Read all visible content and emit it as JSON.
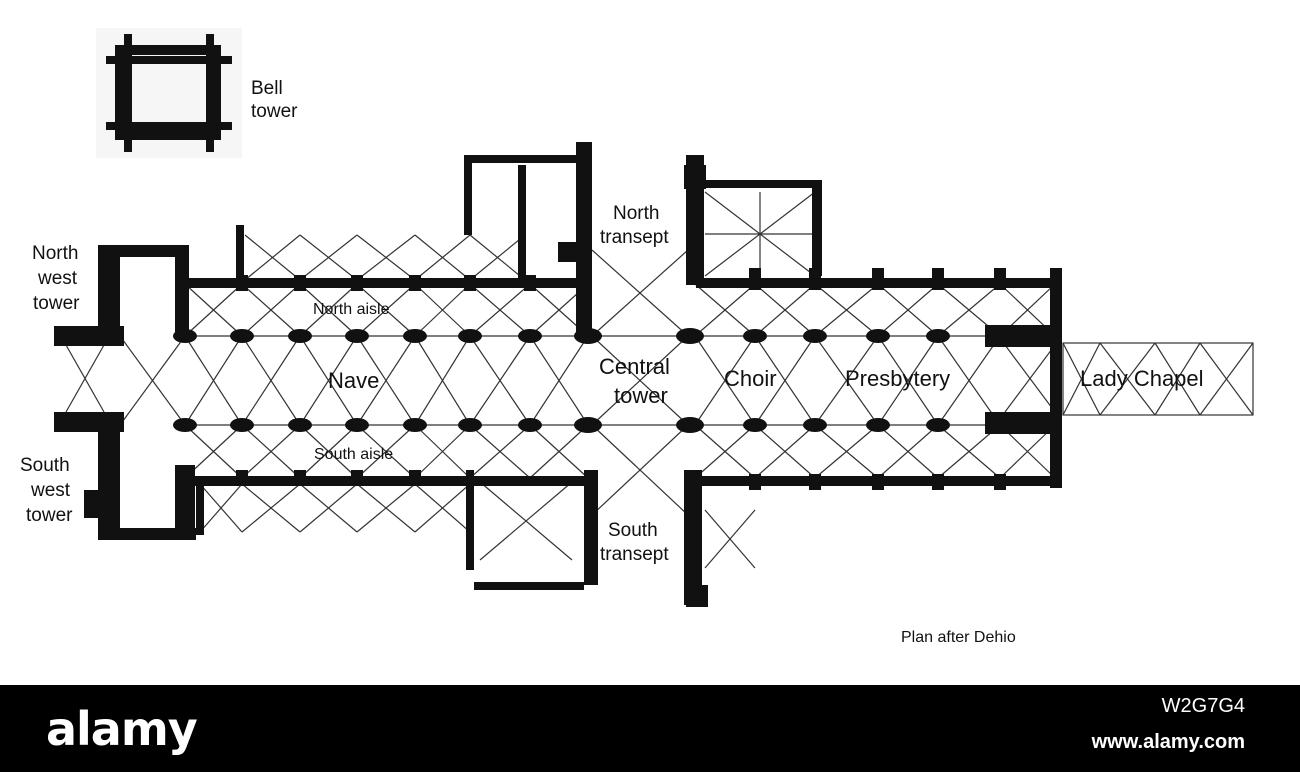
{
  "labels": {
    "bell_tower_1": "Bell",
    "bell_tower_2": "tower",
    "north_west_tower_1": "North",
    "north_west_tower_2": "west",
    "north_west_tower_3": "tower",
    "south_west_tower_1": "South",
    "south_west_tower_2": "west",
    "south_west_tower_3": "tower",
    "north_aisle": "North aisle",
    "nave": "Nave",
    "south_aisle": "South aisle",
    "north_transept_1": "North",
    "north_transept_2": "transept",
    "central_tower_1": "Central",
    "central_tower_2": "tower",
    "south_transept_1": "South",
    "south_transept_2": "transept",
    "choir": "Choir",
    "presbytery": "Presbytery",
    "lady_chapel": "Lady Chapel",
    "credit": "Plan after Dehio"
  },
  "footer": {
    "logo": "alamy",
    "image_id": "W2G7G4",
    "site": "www.alamy.com"
  },
  "colors": {
    "wall": "#111111",
    "line": "#333333",
    "background": "#ffffff",
    "footer_bg": "#000000",
    "footer_text": "#ffffff"
  }
}
